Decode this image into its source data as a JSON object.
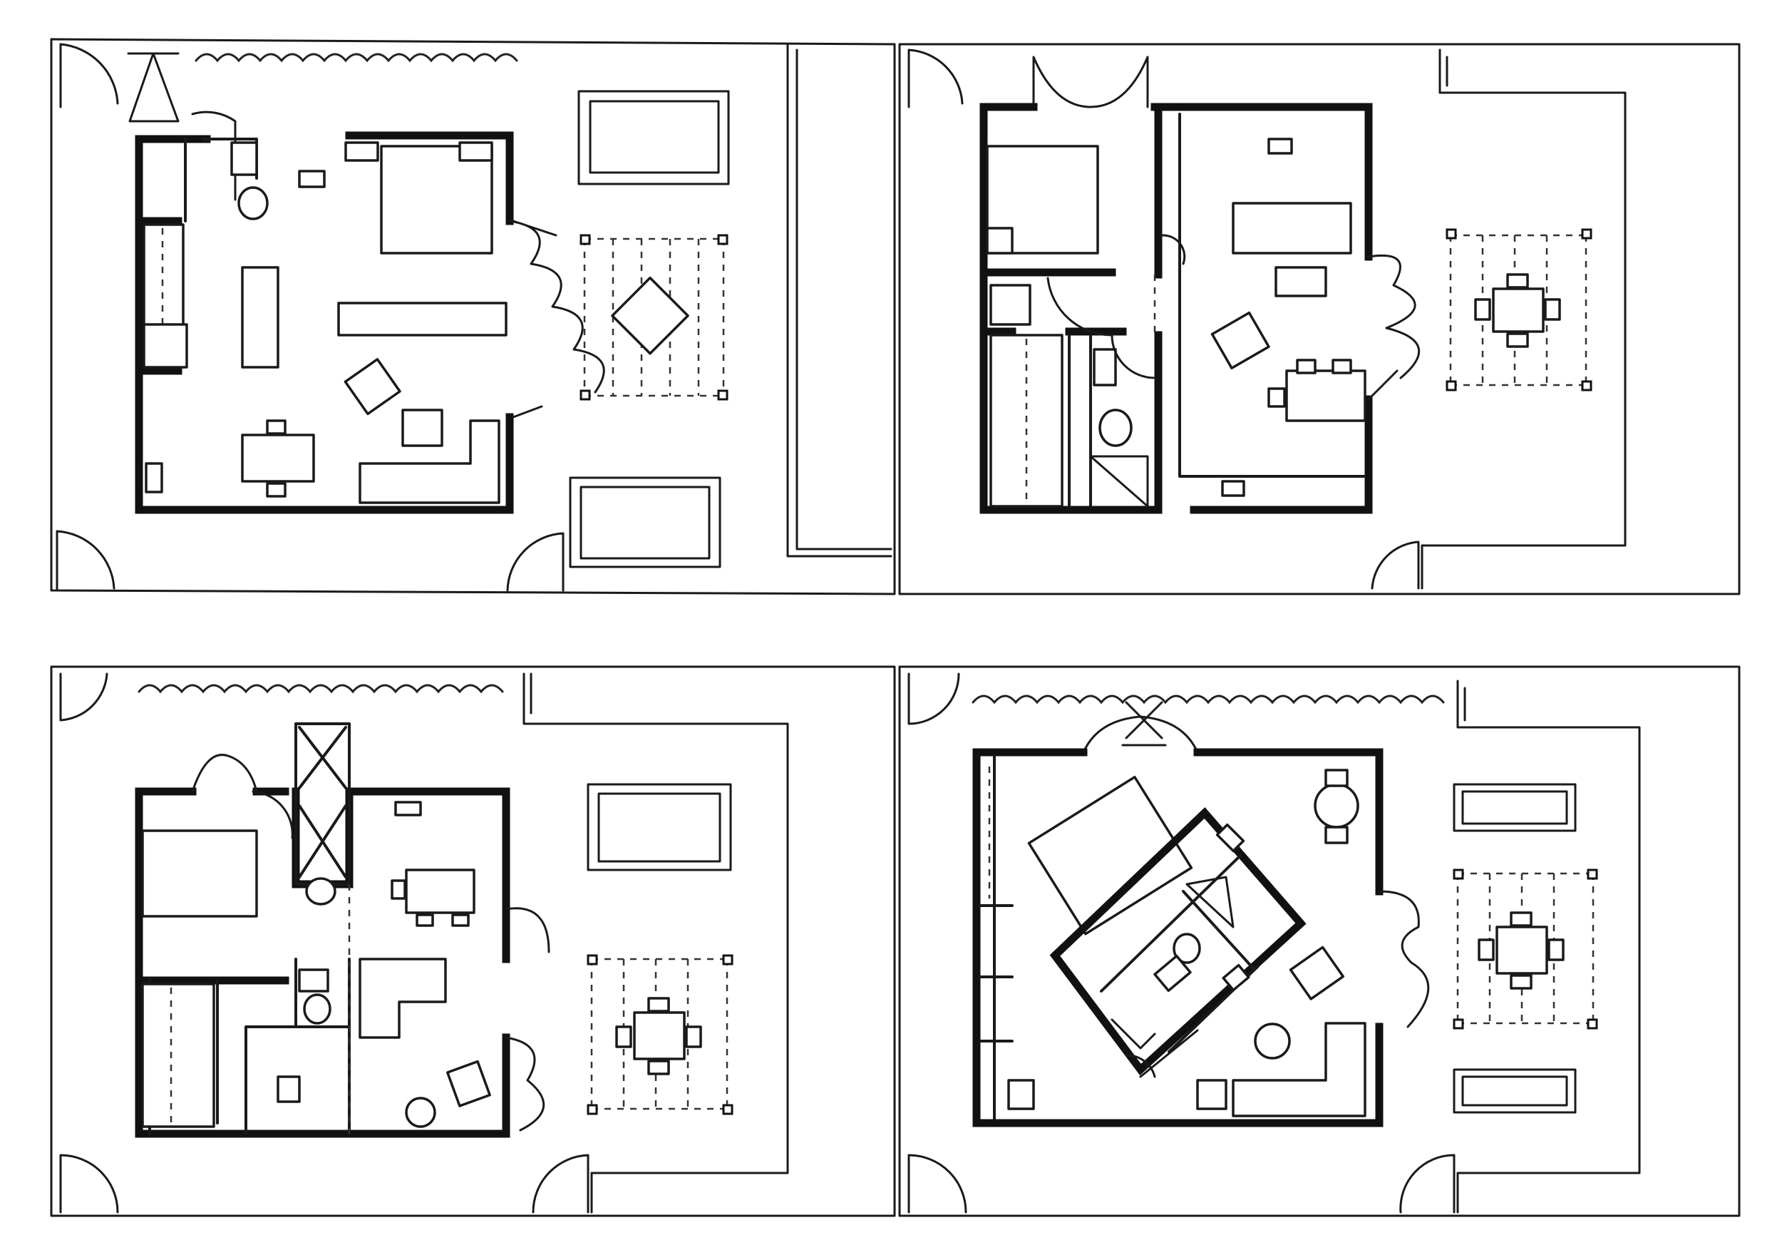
{
  "sheet": {
    "plans": [
      {
        "variant": "top-left"
      },
      {
        "variant": "top-right"
      },
      {
        "variant": "bottom-left"
      },
      {
        "variant": "bottom-right"
      }
    ]
  },
  "colors": {
    "ink": "#1a1a1a",
    "wall": "#111111",
    "paper": "#ffffff"
  }
}
